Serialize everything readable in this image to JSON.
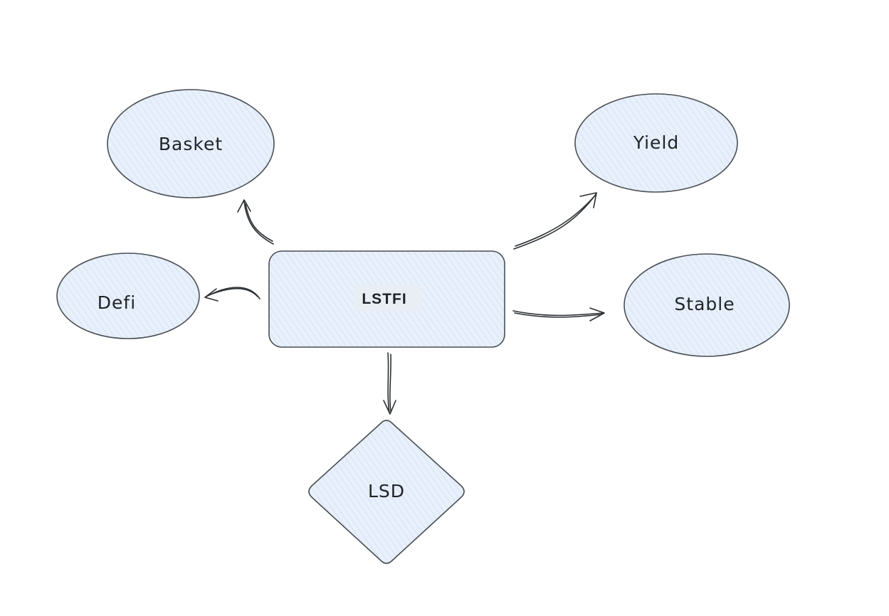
{
  "diagram": {
    "center": {
      "label": "LSTFI"
    },
    "nodes": {
      "basket": {
        "label": "Basket"
      },
      "yield": {
        "label": "Yield"
      },
      "defi": {
        "label": "Defi"
      },
      "stable": {
        "label": "Stable"
      },
      "lsd": {
        "label": "LSD"
      }
    },
    "edges": [
      {
        "from": "LSTFI",
        "to": "Basket"
      },
      {
        "from": "LSTFI",
        "to": "Yield"
      },
      {
        "from": "LSTFI",
        "to": "Defi"
      },
      {
        "from": "LSTFI",
        "to": "Stable"
      },
      {
        "from": "LSTFI",
        "to": "LSD"
      }
    ],
    "colors": {
      "node_fill": "#e8f0fb",
      "node_stroke": "#4a4f55",
      "arrow": "#2b2f33"
    }
  }
}
